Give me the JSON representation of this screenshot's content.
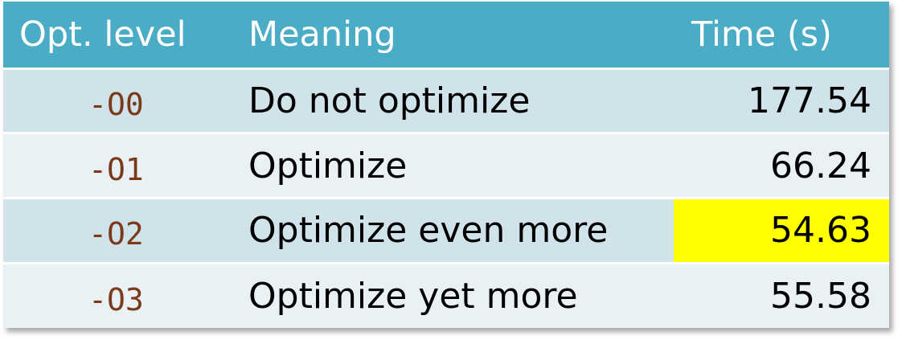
{
  "headers": {
    "level": "Opt. level",
    "meaning": "Meaning",
    "time": "Time (s)"
  },
  "rows": [
    {
      "level": "-O0",
      "meaning": "Do not optimize",
      "time": "177.54"
    },
    {
      "level": "-O1",
      "meaning": "Optimize",
      "time": "66.24"
    },
    {
      "level": "-O2",
      "meaning": "Optimize even more",
      "time": "54.63",
      "highlighted": true
    },
    {
      "level": "-O3",
      "meaning": "Optimize yet more",
      "time": "55.58"
    }
  ],
  "colors": {
    "header_bg": "#4bacc6",
    "band_bg": "#d0e3ea",
    "plain_bg": "#e9f1f5",
    "highlight_bg": "#ffff00",
    "level_text": "#7a3a1a"
  }
}
